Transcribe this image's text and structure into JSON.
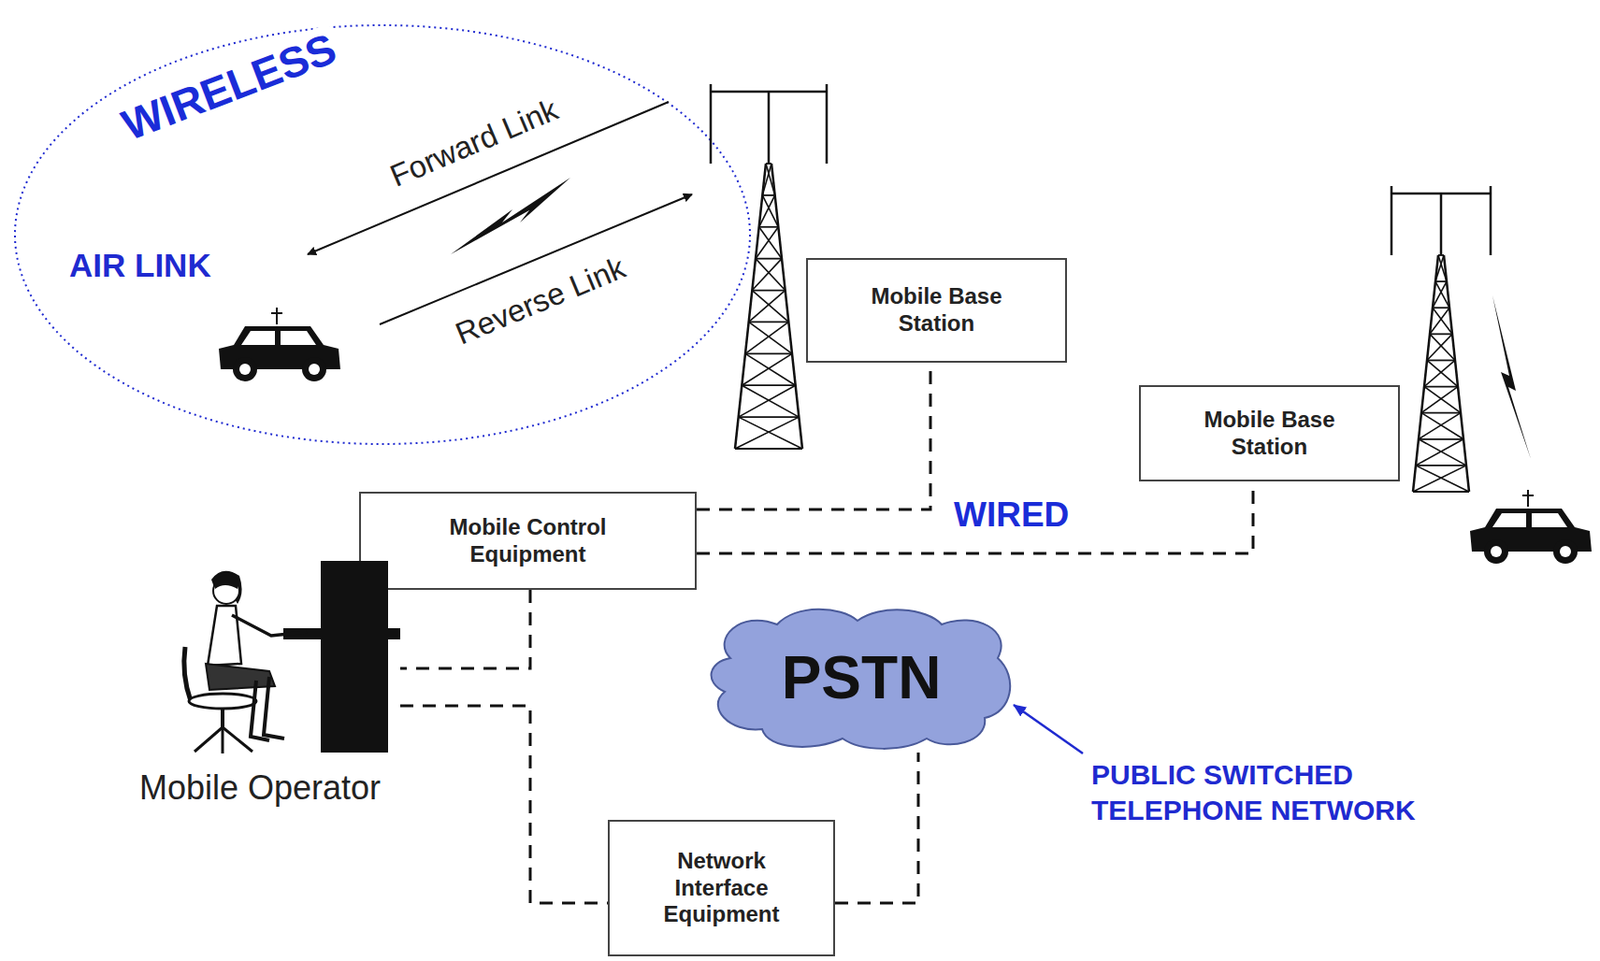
{
  "diagram": {
    "nodes": [
      {
        "text": [
          "Mobile Base Station"
        ]
      },
      {
        "text": [
          "Mobile Base Station"
        ]
      },
      {
        "text": [
          "Mobile Control Equipment"
        ]
      },
      {
        "text": [
          "PSTN"
        ]
      },
      {
        "text": [
          "Mobile Operator"
        ]
      },
      {
        "text": [
          "Network Interface Equipment"
        ]
      }
    ],
    "edges": [
      {
        "from": 2,
        "to": 0,
        "arrow": "none"
      },
      {
        "from": 2,
        "to": 1,
        "arrow": "none"
      },
      {
        "from": 2,
        "to": 4,
        "arrow": "none"
      },
      {
        "from": 4,
        "to": 5,
        "arrow": "none"
      },
      {
        "from": 5,
        "to": 3,
        "arrow": "none"
      }
    ],
    "labels": [
      "WIRELESS",
      "Forward Link",
      "AIR LINK",
      "Reverse Link",
      "WIRED",
      "PUBLIC SWITCHED TELEPHONE NETWORK"
    ]
  }
}
